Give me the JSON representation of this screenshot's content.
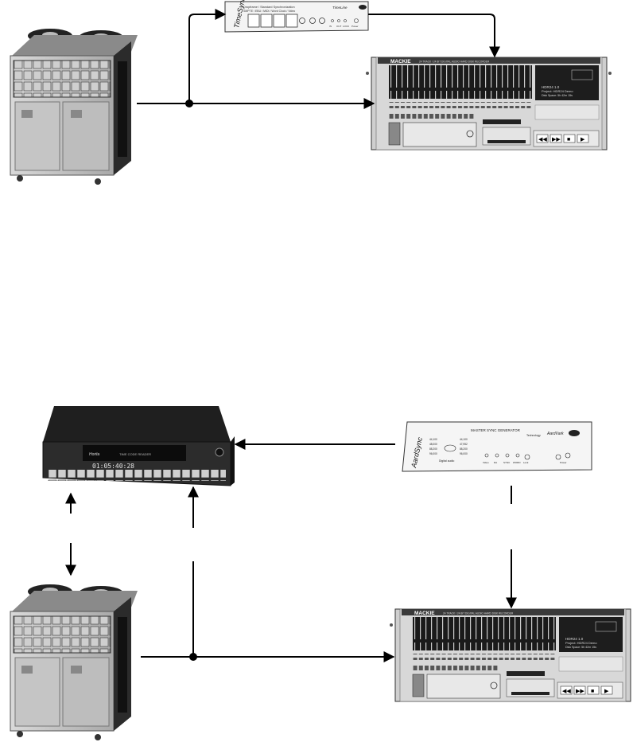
{
  "timesync": {
    "brand": "TimeSync",
    "line1": "Dropframe / Standard Synchronization",
    "line2": "SMPTE / EBU / MIDI / Word Clock / Video",
    "maker": "TimeLine",
    "labels": [
      "IN",
      "OUT",
      "LOCK"
    ],
    "power": "Power"
  },
  "mackie_top": {
    "brand": "MACKIE",
    "tagline": "24 TRACK / 24 BIT DIGITAL AUDIO HARD DISK RECORDER",
    "model": "HDR24 1.0",
    "project": "Project: HDR24 Demo",
    "disk": "Disk Space: 5h 42m 15s"
  },
  "mackie_bottom": {
    "brand": "MACKIE",
    "tagline": "24 TRACK / 24 BIT DIGITAL AUDIO HARD DISK RECORDER",
    "model": "HDR24 1.0",
    "project": "Project: HDR24 Demo",
    "disk": "Disk Space: 5h 42m 15s"
  },
  "sync_reader": {
    "brand": "Horita",
    "model": "TIME CODE READER",
    "display": "01:05:40:28"
  },
  "aardsync": {
    "brand": "AardSync",
    "title": "MASTER SYNC GENERATOR",
    "tech": "Technology",
    "maker": "AardVark",
    "rates_left": [
      "44,100",
      "48,000",
      "88,200",
      "96,000"
    ],
    "rates_right": [
      "44,100",
      "47,952",
      "88,200",
      "96,000"
    ],
    "digital_audio": "Digital audio",
    "leds": [
      "Video",
      "DA",
      "SYNC",
      "WORD",
      "Lock"
    ],
    "power": "Power"
  }
}
